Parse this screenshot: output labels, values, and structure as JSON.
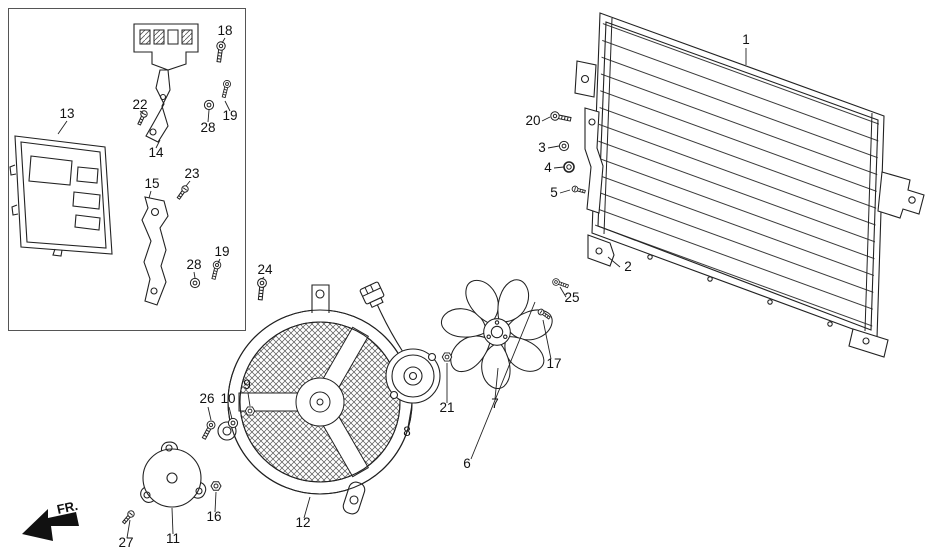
{
  "figure": {
    "fr_label": "FR."
  },
  "colors": {
    "line": "#222222",
    "background": "#ffffff",
    "arrow": "#111111"
  },
  "callouts": [
    {
      "label": "18"
    },
    {
      "label": "22"
    },
    {
      "label": "28"
    },
    {
      "label": "19"
    },
    {
      "label": "13"
    },
    {
      "label": "14"
    },
    {
      "label": "15"
    },
    {
      "label": "23"
    },
    {
      "label": "28"
    },
    {
      "label": "19"
    },
    {
      "label": "24"
    },
    {
      "label": "20"
    },
    {
      "label": "3"
    },
    {
      "label": "4"
    },
    {
      "label": "5"
    },
    {
      "label": "1"
    },
    {
      "label": "2"
    },
    {
      "label": "25"
    },
    {
      "label": "17"
    },
    {
      "label": "7"
    },
    {
      "label": "21"
    },
    {
      "label": "8"
    },
    {
      "label": "6"
    },
    {
      "label": "26"
    },
    {
      "label": "10"
    },
    {
      "label": "9"
    },
    {
      "label": "12"
    },
    {
      "label": "11"
    },
    {
      "label": "16"
    },
    {
      "label": "27"
    }
  ]
}
